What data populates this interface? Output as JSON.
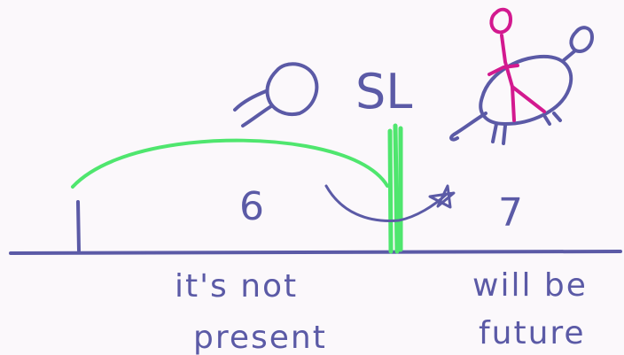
{
  "colors": {
    "background": "#fbf8fb",
    "ink": "#5b5aa6",
    "highlight": "#4fe66e",
    "figure": "#d3198f"
  },
  "markers": {
    "left_number": "6",
    "right_number": "7",
    "center_mark": "SL"
  },
  "labels": {
    "left_line1": "it's not",
    "left_line2": "present",
    "right_line1": "will be",
    "right_line2": "future"
  },
  "icons": {
    "swimmer": "swimmer-icon",
    "tortoise_rider": "tortoise-with-rider-icon"
  }
}
